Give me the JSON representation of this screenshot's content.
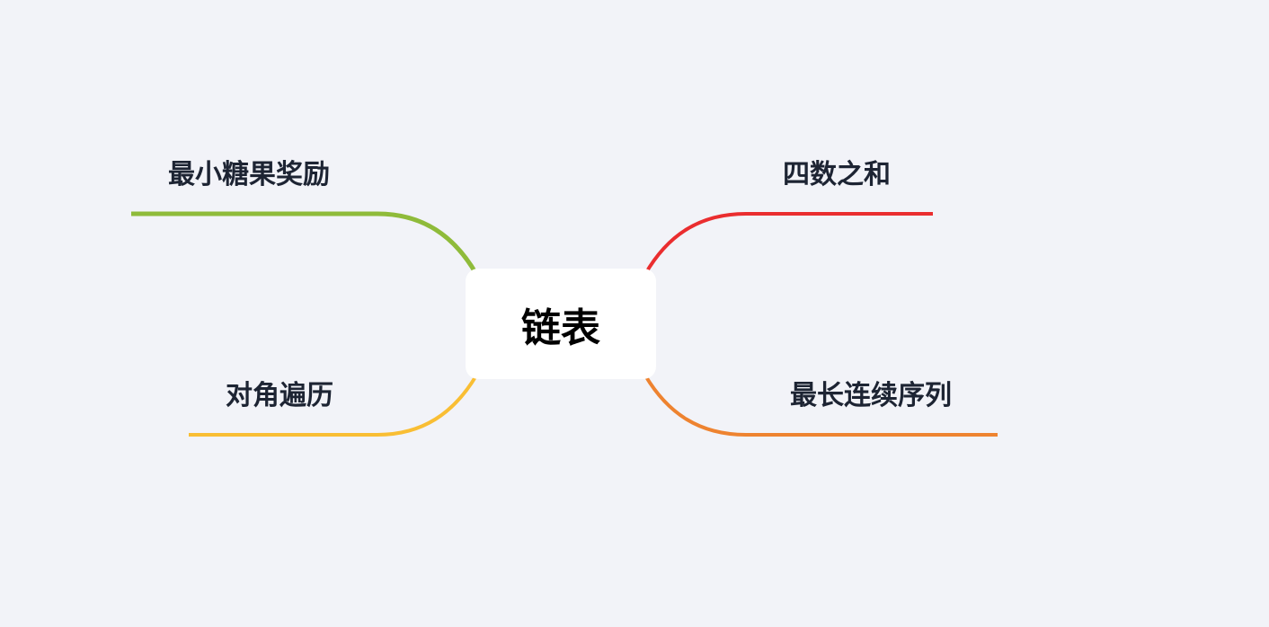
{
  "mindmap": {
    "center": {
      "label": "链表"
    },
    "branches": [
      {
        "label": "最小糖果奖励",
        "color": "#8fbb3a"
      },
      {
        "label": "对角遍历",
        "color": "#f9be34"
      },
      {
        "label": "四数之和",
        "color": "#ea2d2f"
      },
      {
        "label": "最长连续序列",
        "color": "#ee8330"
      }
    ]
  }
}
